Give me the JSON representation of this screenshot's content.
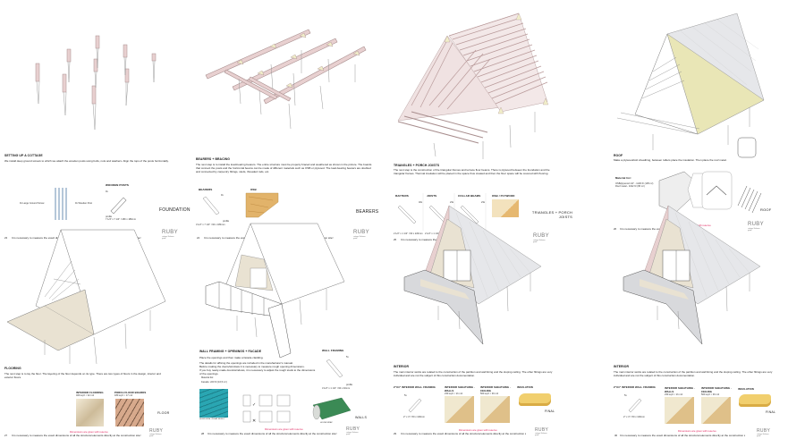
{
  "document": {
    "brand": "RUBY",
    "brand_sub": "cottage / A-frame guide",
    "common_note": "It is necessary to measure the exact dimensions of all the structural elements directly at the construction site!",
    "common_warning": "Dimensions are given with reserve",
    "colors": {
      "timber": "#e8d0d0",
      "timber_edge": "#a88e8e",
      "plywood": "#f1eec9",
      "roof_sheet": "#e6e7ea",
      "floor": "#e9e2d2",
      "warning": "#e0245e",
      "osb": "#e2b36a",
      "insulation": "#f1cf6e",
      "membrane": "#3b8a55",
      "facade": "#2aa6b2"
    }
  },
  "pages": [
    {
      "id": "setting-up",
      "title": "SETTING UP A COTTAGE",
      "body": "We install deep ground screws to which we attach the wooden posts using bolts, nuts and washers. Align the tops of the posts horizontally.",
      "labels": [
        "9x Large Ground Screw",
        "9x Wooden Post"
      ],
      "material_title": "WOODEN POSTS",
      "material_qty": "9x",
      "material_profile": "profile",
      "material_dims": "7 1/4\" x 7 1/4\" / 180 x 180mm",
      "stage": "FOUNDATION",
      "page_no": "23"
    },
    {
      "id": "bearers",
      "title": "BEARERS + BRACING",
      "body": "The next step is to install the load-bearing bearers. The entire structure must be properly braced and weathered as shown in the picture. The boards that connect the posts and the horizontal beams can be made of different materials such as OSB or plywood. The load-bearing bearers are doubled and connected by carpentry fittings, studs, threaded rods, etc.",
      "materials": [
        {
          "title": "BEARERS",
          "qty": "9x",
          "profile": "profile",
          "dims": "3 1/2\" x 7 1/4\" / 90 x 180mm"
        },
        {
          "title": "OSB",
          "qty": "",
          "profile": "",
          "dims": ""
        }
      ],
      "stage": "BEARERS",
      "page_no": "24"
    },
    {
      "id": "triangles",
      "title": "TRIANGLES + PORCH JOISTS",
      "body": "The next step is the construction of the triangular frames and terrace floor beams. There is plywood between the foundation and the triangular frames. Thermal insulation will be placed in the space thus created and then the floor space will be covered with flooring.",
      "materials": [
        {
          "title": "RAFTERS",
          "qty": "46x",
          "profile": "profile",
          "dims": "2 1/2\" x 1 1/2\" / 60 x 220mm"
        },
        {
          "title": "JOISTS",
          "qty": "23x",
          "profile": "profile",
          "dims": "2 1/2\" x 1 1/2\" / 60 x 120mm"
        },
        {
          "title": "COLLAR BEAMS",
          "qty": "23x",
          "profile": "profile",
          "dims": ""
        },
        {
          "title": "OSB / PLYWOOD",
          "qty": "",
          "profile": "",
          "dims": ""
        }
      ],
      "stage": "TRIANGLES + PORCH JOISTS",
      "page_no": "25"
    },
    {
      "id": "roof",
      "title": "ROOF",
      "body": "Make a plywood/osb sheathing, between rafters place the insulation. Then place the roof metal.",
      "material_title": "Material list:",
      "material_lines": [
        "OSB/plywood 1/2\" - 1130 ft² (105 m²)",
        "Roof metal - 1022 ft² (95 m²)"
      ],
      "stage": "ROOF",
      "page_no": "26"
    },
    {
      "id": "flooring",
      "title": "FLOORING",
      "body": "The next step is to lay the floor. The layering of the floor depends on its type. There are two types of floors in the design, interior and exterior floors.",
      "materials": [
        {
          "title": "INTERIOR FLOORING",
          "sub": "460 sq.ft. / 42 m2"
        },
        {
          "title": "PORCH FLOOR BOARDS",
          "sub": "180 sq.ft. / 17 m2"
        }
      ],
      "stage": "FLOOR",
      "page_no": "27"
    },
    {
      "id": "wall-framing",
      "title": "WALL FRAMING + OPENINGS + FACADE",
      "body_lines": [
        "Place the openings and then make a facade cladding.",
        "The details for affixing the openings are included in the manufacturer's manual.",
        "Before making the doors/windows it is necessary to measure rough opening dimensions.",
        "If you buy ready-made doors/windows, it is necessary to adjust the rough studs to the dimensions of the openings."
      ],
      "material_title": "Material list:",
      "material_line": "Facade: 220 ft² (16,5 m²)",
      "facade_caption": "HORIZONTAL CEDAR SIDING",
      "membrane_caption": "HOUSE WRAP",
      "wall_framing": {
        "title": "WALL FRAMING",
        "qty": "5x",
        "profile": "profile",
        "dims": "3 1/2\" x 1 1/2\" / 90 x 40mm"
      },
      "stage": "WALLS",
      "page_no": "28"
    },
    {
      "id": "interior-a",
      "title": "INTERIOR",
      "body": "The main interior works are related to the construction of the partition and wall lining and the sloping ceiling. The other fittings are very individual and are not the subject of this construction documentation.",
      "materials": [
        {
          "title": "2\"x4\" INTERIOR WALL FRAMING",
          "sub": "5x",
          "dims": "2\" x 4\" / 50 x 100mm"
        },
        {
          "title": "INTERIOR SHEATHING -WALLS",
          "sub": "230 sq.ft. / 21 m2"
        },
        {
          "title": "INTERIOR SHEATHING -CEILING",
          "sub": "500 sq.ft. / 46 m2"
        },
        {
          "title": "INSULATION",
          "sub": ""
        }
      ],
      "stage": "FINAL",
      "page_no": "29"
    },
    {
      "id": "interior-b",
      "title": "INTERIOR",
      "body": "The main interior works are related to the construction of the partition and wall lining and the sloping ceiling. The other fittings are very individual and are not the subject of this construction documentation.",
      "materials": [
        {
          "title": "2\"x4\" INTERIOR WALL FRAMING",
          "sub": "5x",
          "dims": "2\" x 4\" / 50 x 100mm"
        },
        {
          "title": "INTERIOR SHEATHING -WALLS",
          "sub": "230 sq.ft. / 21 m2"
        },
        {
          "title": "INTERIOR SHEATHING -CEILING",
          "sub": "500 sq.ft. / 46 m2"
        },
        {
          "title": "INSULATION",
          "sub": ""
        }
      ],
      "stage": "FINAL",
      "page_no": "30"
    }
  ]
}
